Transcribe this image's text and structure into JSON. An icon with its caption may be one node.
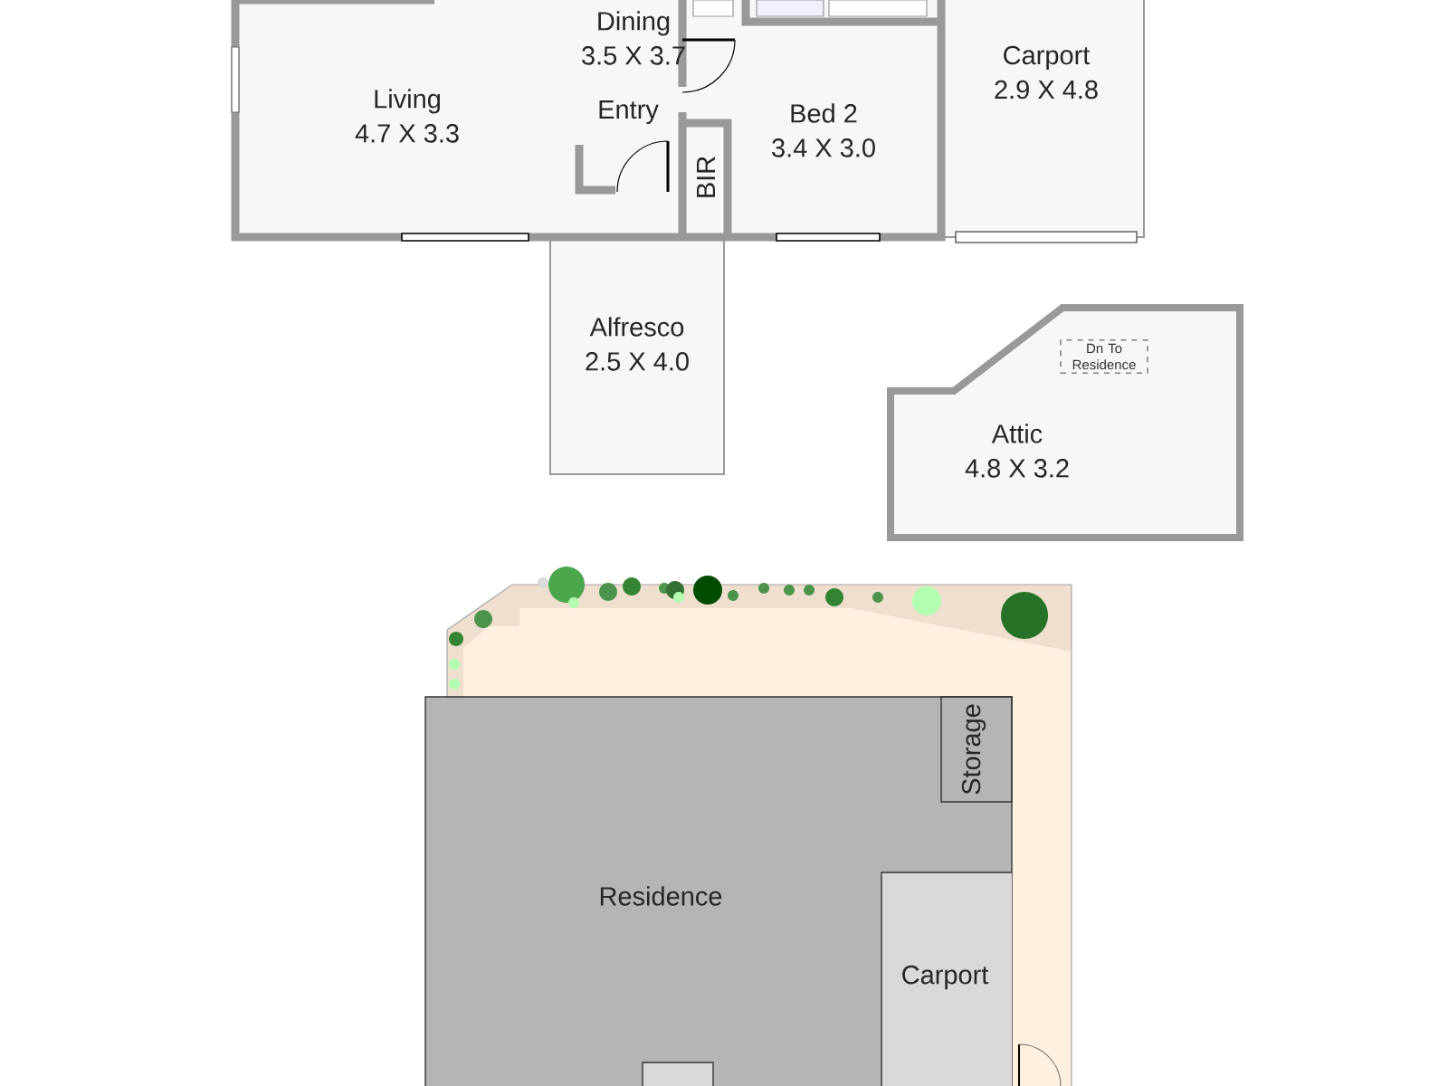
{
  "diagram": {
    "nodes": [
      {
        "text": [
          "Dining",
          "3.5 X 3.7"
        ]
      },
      {
        "text": [
          "Living",
          "4.7 X 3.3"
        ]
      },
      {
        "text": [
          "Entry"
        ]
      },
      {
        "text": [
          "Bed 2",
          "3.4 X 3.0"
        ]
      },
      {
        "text": [
          "BIR"
        ]
      },
      {
        "text": [
          "Carport",
          "2.9 X 4.8"
        ]
      },
      {
        "text": [
          "Alfresco",
          "2.5 X 4.0"
        ]
      },
      {
        "text": [
          "Attic",
          "4.8 X 3.2"
        ]
      },
      {
        "text": [
          "Dn To Residence"
        ],
        "in": 7
      },
      {
        "text": [
          "Residence"
        ]
      },
      {
        "text": [
          "Storage"
        ],
        "in": 9
      },
      {
        "text": [
          "Carport"
        ],
        "in": 9
      }
    ]
  }
}
